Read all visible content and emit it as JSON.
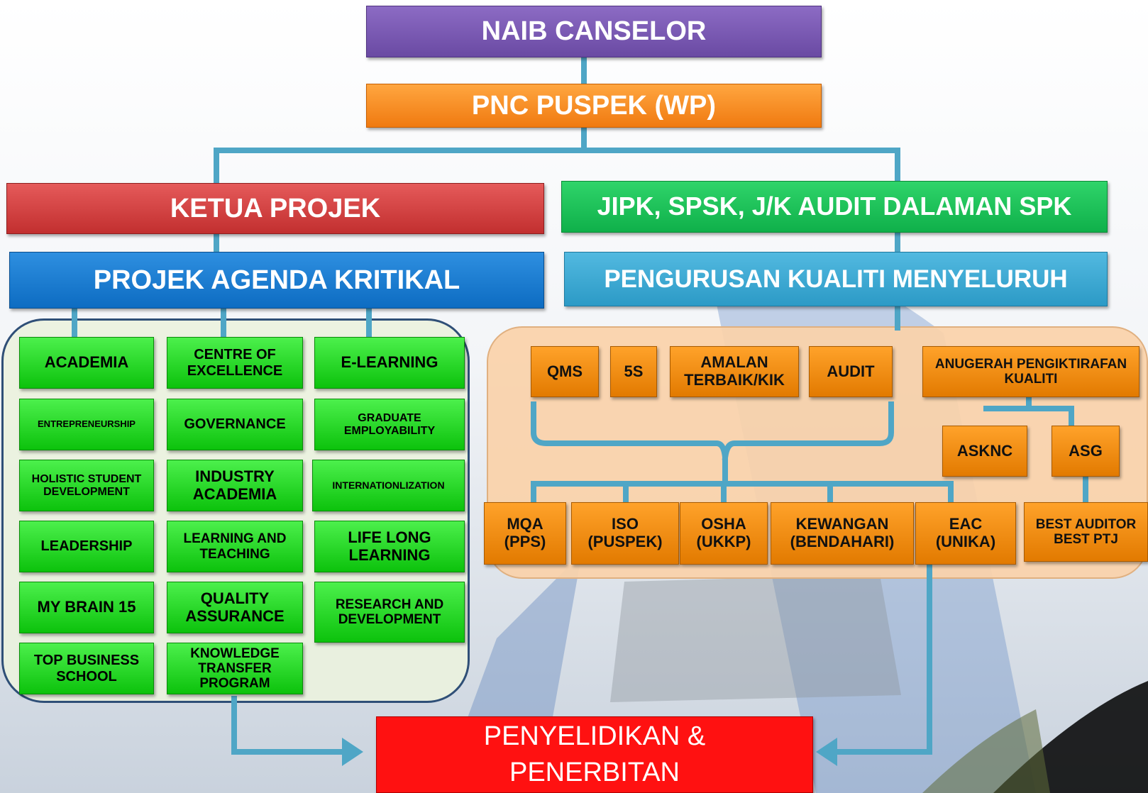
{
  "top": {
    "vc": "NAIB CANSELOR",
    "dvc": "PNC PUSPEK (WP)"
  },
  "left_branch": {
    "head": "KETUA PROJEK",
    "program": "PROJEK AGENDA KRITIKAL",
    "items": [
      "ACADEMIA",
      "CENTRE OF EXCELLENCE",
      "E-LEARNING",
      "ENTREPRENEURSHIP",
      "GOVERNANCE",
      "GRADUATE EMPLOYABILITY",
      "HOLISTIC STUDENT DEVELOPMENT",
      "INDUSTRY ACADEMIA",
      "INTERNATIONLIZATION",
      "LEADERSHIP",
      "LEARNING AND TEACHING",
      "LIFE LONG LEARNING",
      "MY BRAIN 15",
      "QUALITY ASSURANCE",
      "RESEARCH AND DEVELOPMENT",
      "TOP BUSINESS SCHOOL",
      "KNOWLEDGE TRANSFER PROGRAM"
    ]
  },
  "right_branch": {
    "head": "JIPK, SPSK, J/K AUDIT DALAMAN SPK",
    "program": "PENGURUSAN KUALITI MENYELURUH",
    "row1": [
      "QMS",
      "5S",
      "AMALAN TERBAIK/KIK",
      "AUDIT"
    ],
    "award": "ANUGERAH PENGIKTIRAFAN  KUALITI",
    "award_children": [
      "ASKNC",
      "ASG"
    ],
    "bottom": [
      "MQA (PPS)",
      "ISO (PUSPEK)",
      "OSHA (UKKP)",
      "KEWANGAN (BENDAHARI)",
      "EAC (UNIKA)",
      "BEST AUDITOR BEST PTJ"
    ]
  },
  "final": "PENYELIDIKAN & PENERBITAN",
  "colors": {
    "connector": "#4fa6c6",
    "green_box": "#22d422",
    "orange_box": "#f5900f",
    "final_box": "#ff1111"
  }
}
